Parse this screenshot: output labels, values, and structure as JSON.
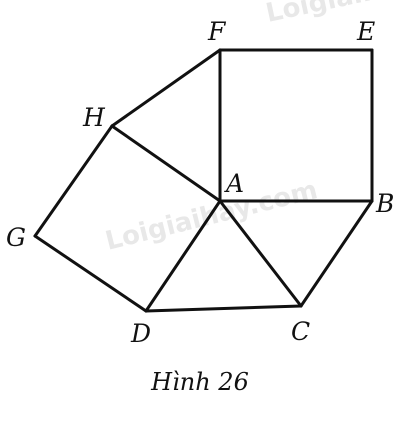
{
  "caption": "Hình 26",
  "watermark": "Loigiaihay.com",
  "labels": {
    "A": "A",
    "B": "B",
    "C": "C",
    "D": "D",
    "E": "E",
    "F": "F",
    "G": "G",
    "H": "H"
  },
  "colors": {
    "stroke": "#111111",
    "watermark": "#d9d9d9"
  }
}
